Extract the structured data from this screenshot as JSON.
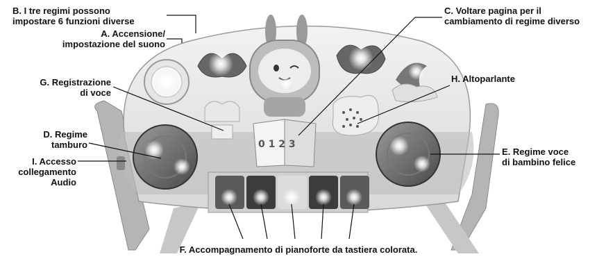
{
  "labels": {
    "a": "A. Accensione/\nimpostazione del suono",
    "b": "B. I tre regimi possono\nimpostare 6 funzioni diverse",
    "c": "C. Voltare pagina per il\ncambiamento di regime diverso",
    "d": "D. Regime\ntamburo",
    "e": "E. Regime voce\ndi bambino felice",
    "f": "F. Accompagnamento di pianoforte da tastiera colorata.",
    "g": "G. Registrazione\ndi voce",
    "h": "H. Altoparlante",
    "i": "I. Accesso\ncollegamento\nAudio"
  },
  "book_numbers": "0 1 2 3"
}
